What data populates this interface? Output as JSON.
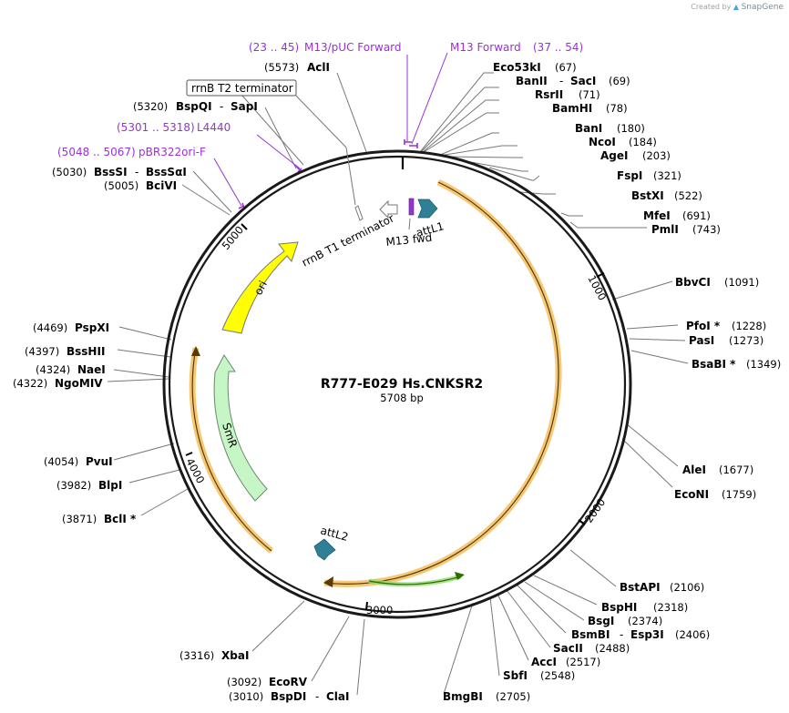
{
  "credit": {
    "prefix": "Created by",
    "brand": "SnapGene"
  },
  "plasmid": {
    "name": "R777-E029 Hs.CNKSR2",
    "length": "5708 bp"
  },
  "ticks": [
    "1000",
    "2000",
    "3000",
    "4000",
    "5000"
  ],
  "colors": {
    "primer": "#9b30d9",
    "orf": "#f2a300",
    "ori": "#ffff00",
    "smr": "#c6f5c6",
    "att": "#2f7f95",
    "green_orf": "#3aa015"
  },
  "features": {
    "ori": "ori",
    "smr": "SmR",
    "attL1": "attL1",
    "attL2": "attL2",
    "m13fwd": "M13 fwd",
    "rrnbt1": "rrnB T1 terminator",
    "rrnbt2": "rrnB T2 terminator"
  },
  "primers": {
    "m13puc": {
      "range": "(23 .. 45)",
      "name": "M13/pUC Forward"
    },
    "m13fwd": {
      "name": "M13 Forward",
      "range": "(37 .. 54)"
    },
    "l4440": {
      "range": "(5301 .. 5318)",
      "name": "L4440"
    },
    "pbr322": {
      "range": "(5048 .. 5067)",
      "name": "pBR322ori-F"
    }
  },
  "sites": {
    "acli": {
      "pos": "(5573)",
      "name": "AclI"
    },
    "bspqi": {
      "pos": "(5320)",
      "name": "BspQI",
      "dash": "-",
      "name2": "SapI"
    },
    "bsssi": {
      "pos": "(5030)",
      "name": "BssSI",
      "dash": "-",
      "name2": "BssSαI"
    },
    "bcivi": {
      "pos": "(5005)",
      "name": "BciVI"
    },
    "eco53ki": {
      "name": "Eco53kI",
      "pos": "(67)"
    },
    "banii": {
      "name": "BanII",
      "dash": "-",
      "name2": "SacI",
      "pos": "(69)"
    },
    "rsrii": {
      "name": "RsrII",
      "pos": "(71)"
    },
    "bamhi": {
      "name": "BamHI",
      "pos": "(78)"
    },
    "bani": {
      "name": "BanI",
      "pos": "(180)"
    },
    "ncoi": {
      "name": "NcoI",
      "pos": "(184)"
    },
    "agei": {
      "name": "AgeI",
      "pos": "(203)"
    },
    "fspi": {
      "name": "FspI",
      "pos": "(321)"
    },
    "bstxi": {
      "name": "BstXI",
      "pos": "(522)"
    },
    "mfei": {
      "name": "MfeI",
      "pos": "(691)"
    },
    "pmli": {
      "name": "PmlI",
      "pos": "(743)"
    },
    "bbvci": {
      "name": "BbvCI",
      "pos": "(1091)"
    },
    "pfoi": {
      "name": "PfoI *",
      "pos": "(1228)"
    },
    "pasi": {
      "name": "PasI",
      "pos": "(1273)"
    },
    "bsabi": {
      "name": "BsaBI *",
      "pos": "(1349)"
    },
    "alei": {
      "name": "AleI",
      "pos": "(1677)"
    },
    "econi": {
      "name": "EcoNI",
      "pos": "(1759)"
    },
    "bstapi": {
      "name": "BstAPI",
      "pos": "(2106)"
    },
    "bsphi": {
      "name": "BspHI",
      "pos": "(2318)"
    },
    "bsgi": {
      "name": "BsgI",
      "pos": "(2374)"
    },
    "bsmbi": {
      "name": "BsmBI",
      "dash": "-",
      "name2": "Esp3I",
      "pos": "(2406)"
    },
    "sacii": {
      "name": "SacII",
      "pos": "(2488)"
    },
    "acci": {
      "name": "AccI",
      "pos": "(2517)"
    },
    "sbfi": {
      "name": "SbfI",
      "pos": "(2548)"
    },
    "bmgbi": {
      "name": "BmgBI",
      "pos": "(2705)"
    },
    "xbai": {
      "pos": "(3316)",
      "name": "XbaI"
    },
    "ecorv": {
      "pos": "(3092)",
      "name": "EcoRV"
    },
    "bspdi": {
      "pos": "(3010)",
      "name": "BspDI",
      "dash": "-",
      "name2": "ClaI"
    },
    "bcli": {
      "pos": "(3871)",
      "name": "BclI *"
    },
    "blpi": {
      "pos": "(3982)",
      "name": "BlpI"
    },
    "pvui": {
      "pos": "(4054)",
      "name": "PvuI"
    },
    "ngomiv": {
      "pos": "(4322)",
      "name": "NgoMIV"
    },
    "naei": {
      "pos": "(4324)",
      "name": "NaeI"
    },
    "bsshii": {
      "pos": "(4397)",
      "name": "BssHII"
    },
    "pspxi": {
      "pos": "(4469)",
      "name": "PspXI"
    }
  }
}
